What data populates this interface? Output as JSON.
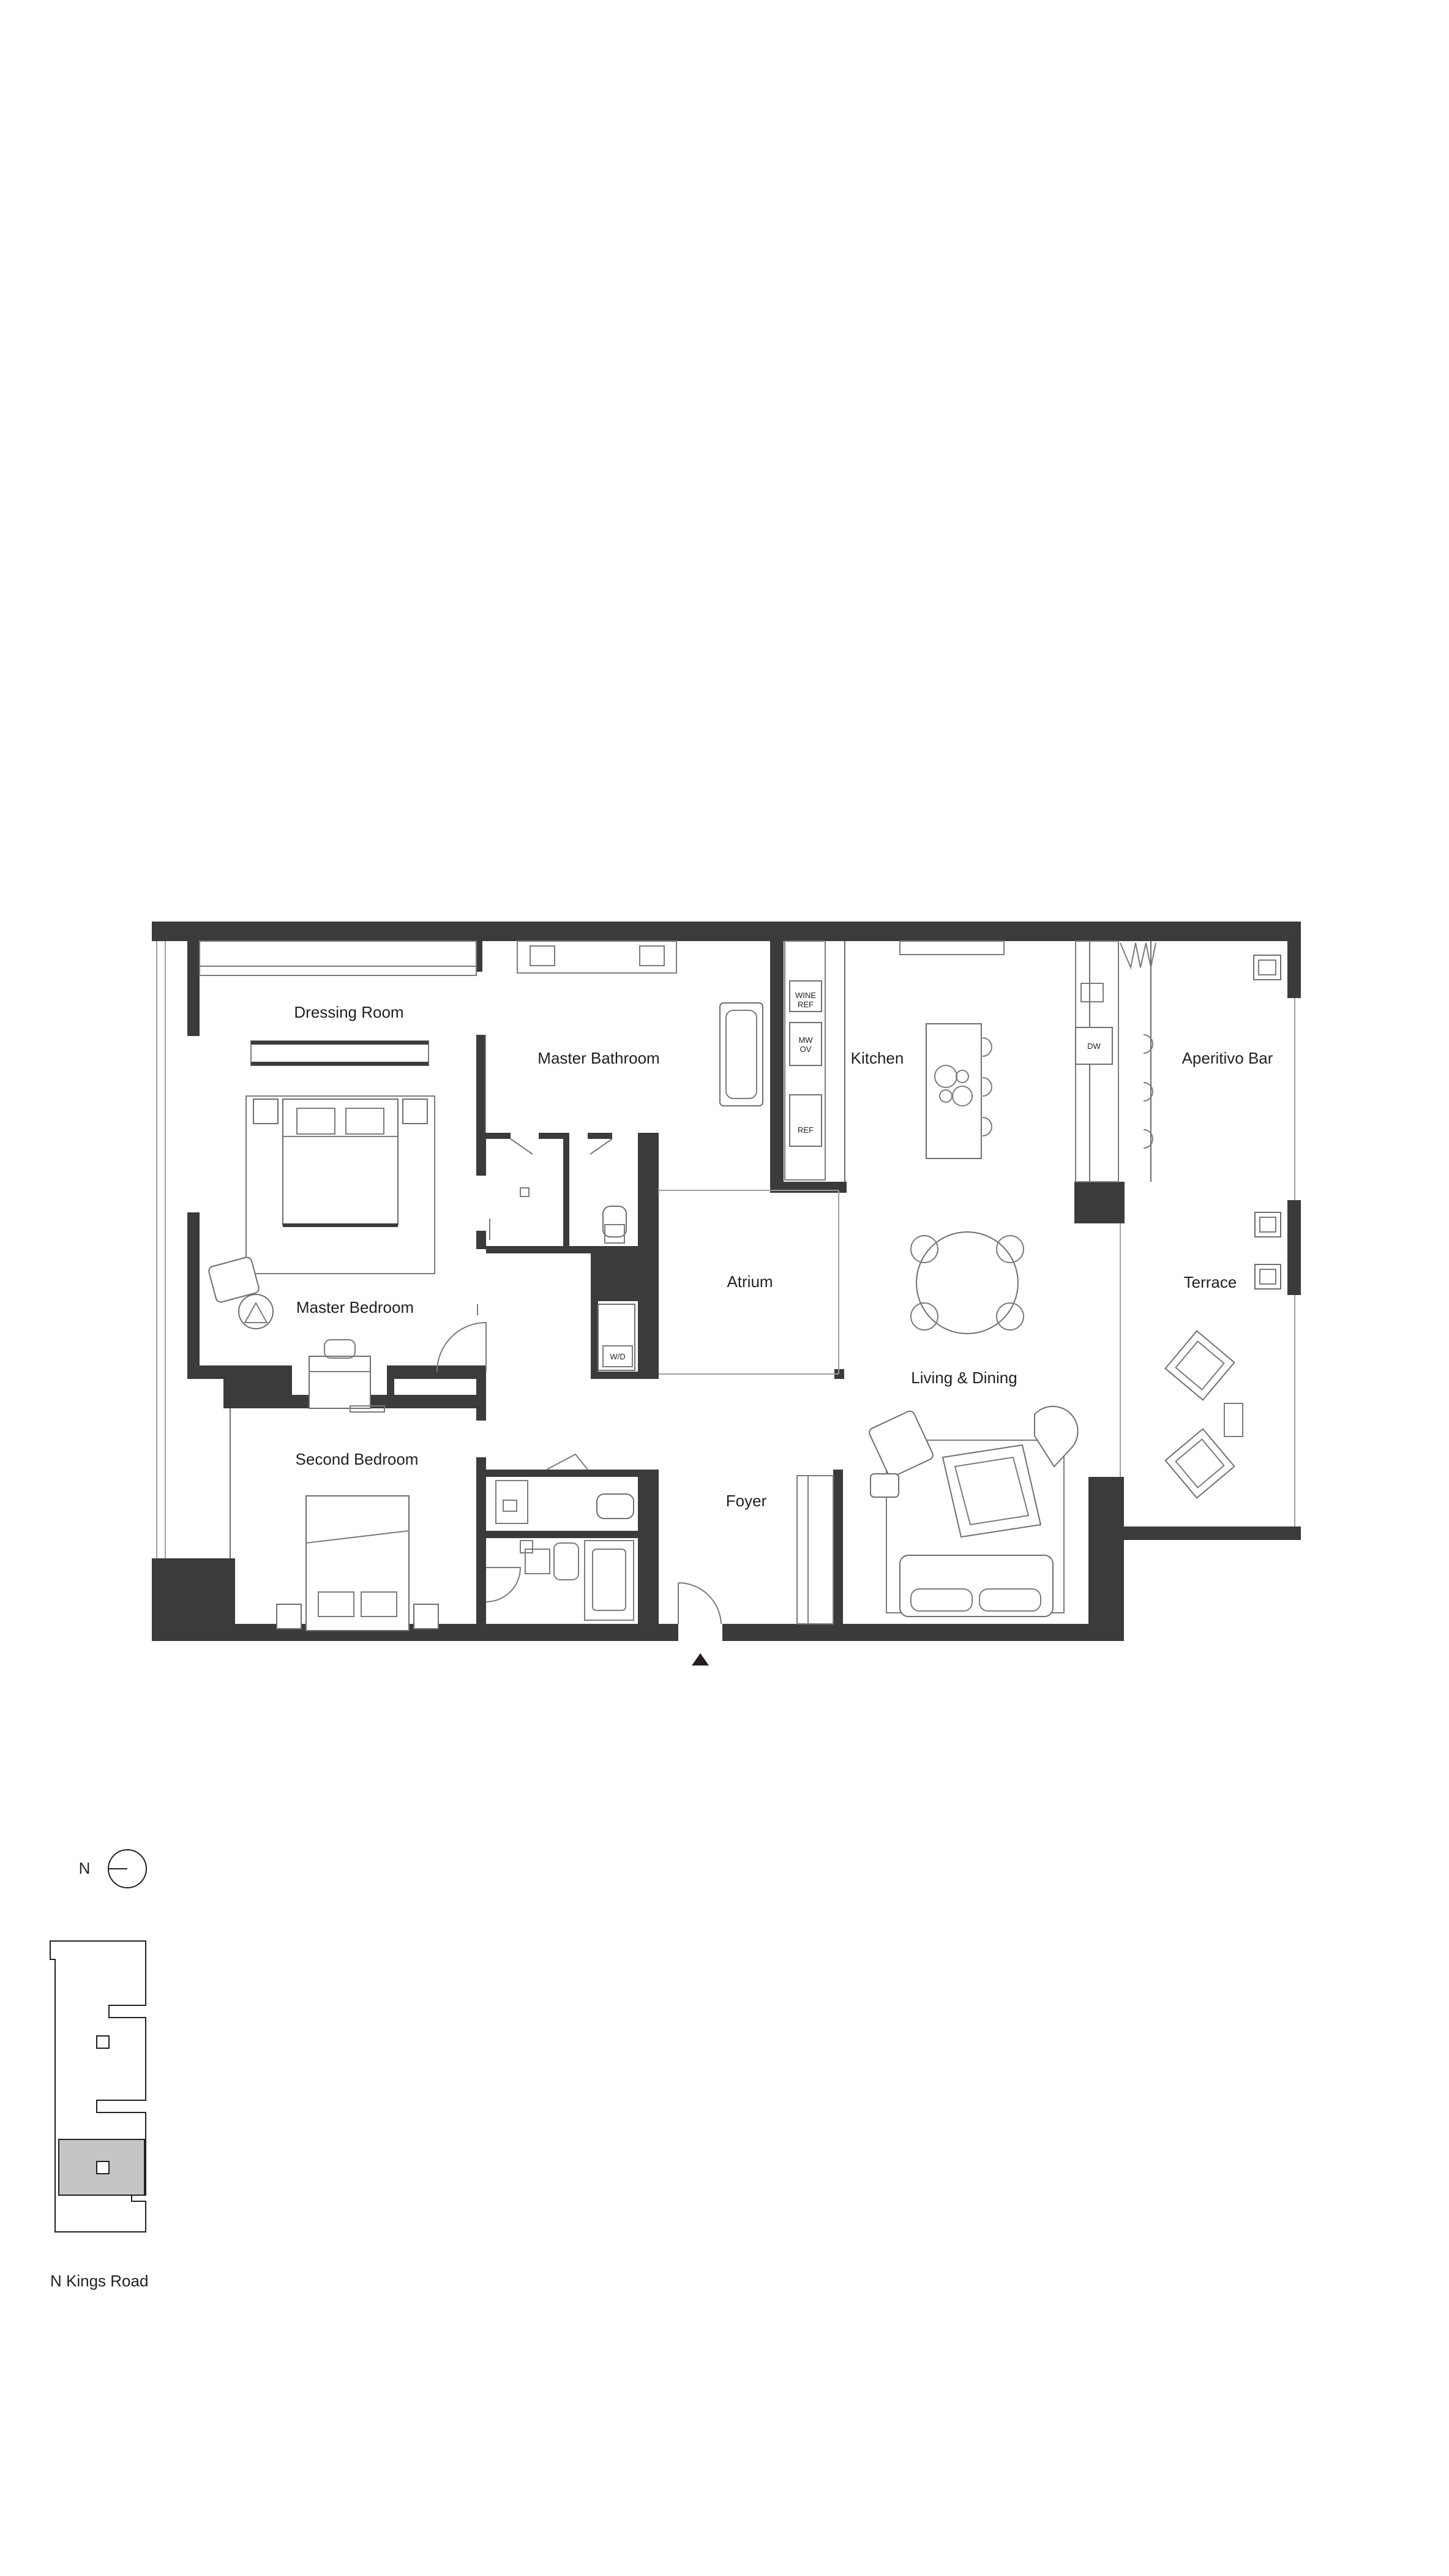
{
  "rooms": {
    "dressing_room": "Dressing Room",
    "master_bathroom": "Master Bathroom",
    "kitchen": "Kitchen",
    "aperitivo_bar": "Aperitivo Bar",
    "master_bedroom": "Master Bedroom",
    "atrium": "Atrium",
    "terrace": "Terrace",
    "living_dining": "Living & Dining",
    "second_bedroom": "Second Bedroom",
    "foyer": "Foyer"
  },
  "appliances": {
    "wine_ref_1": "WINE",
    "wine_ref_2": "REF",
    "mw_ov_1": "MW",
    "mw_ov_2": "OV",
    "ref": "REF",
    "dw": "DW",
    "wd": "W/D"
  },
  "compass": {
    "label": "N"
  },
  "keyplan": {
    "street": "N Kings Road"
  },
  "colors": {
    "wall": "#3b3b3c",
    "keyplan_highlight": "#c4c6c3",
    "line": "#6d6e70"
  }
}
